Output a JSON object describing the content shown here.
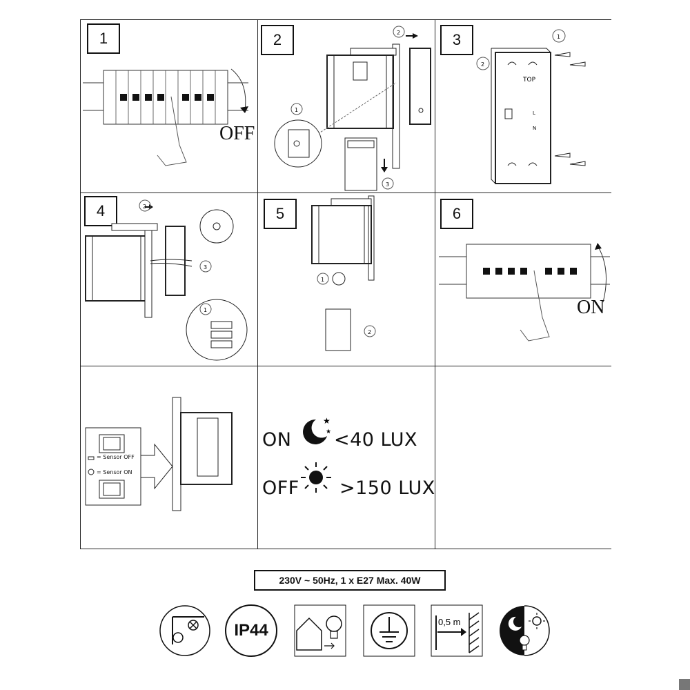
{
  "steps": [
    "1",
    "2",
    "3",
    "4",
    "5",
    "6"
  ],
  "step1": {
    "label": "OFF"
  },
  "step2": {
    "callouts": [
      "1",
      "2",
      "3"
    ]
  },
  "step3": {
    "callouts": [
      "1",
      "2"
    ],
    "top_label": "TOP",
    "l_label": "L",
    "n_label": "N"
  },
  "step4": {
    "callouts": [
      "1",
      "2",
      "3"
    ]
  },
  "step5": {
    "callouts": [
      "1",
      "2"
    ]
  },
  "step6": {
    "label": "ON"
  },
  "sensor": {
    "off_label": "= Sensor OFF",
    "on_label": "= Sensor ON"
  },
  "lux": {
    "on_word": "ON",
    "on_value": "<40 LUX",
    "off_word": "OFF",
    "off_value": ">150 LUX"
  },
  "spec": "230V ~ 50Hz, 1 x E27 Max. 40W",
  "icons": {
    "ip_rating": "IP44",
    "distance": "0,5 m",
    "list": [
      "class-1-mounting-icon",
      "ip44-icon",
      "outdoor-bulb-icon",
      "earth-ground-icon",
      "distance-icon",
      "day-night-sensor-icon"
    ]
  },
  "colors": {
    "line": "#222222",
    "fill_dark": "#111111"
  }
}
